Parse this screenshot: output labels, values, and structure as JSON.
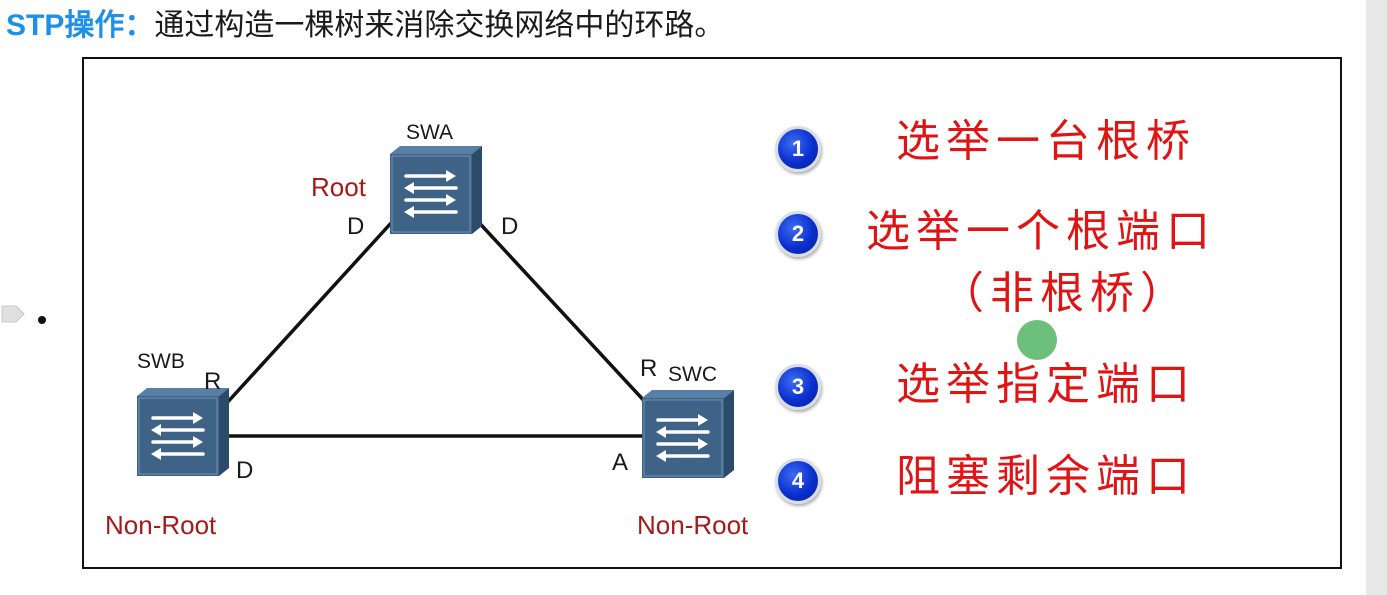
{
  "header": {
    "prefix": "STP操作",
    "separator": "：",
    "description": "通过构造一棵树来消除交换网络中的环路。"
  },
  "diagram": {
    "switches": {
      "swa": {
        "name": "SWA",
        "role": "Root",
        "port_left": "D",
        "port_right": "D"
      },
      "swb": {
        "name": "SWB",
        "role": "Non-Root",
        "port_top": "R",
        "port_right": "D"
      },
      "swc": {
        "name": "SWC",
        "role": "Non-Root",
        "port_top": "R",
        "port_left": "A"
      }
    },
    "icon": "switch-icon"
  },
  "steps": [
    {
      "num": "1",
      "text": "选举一台根桥"
    },
    {
      "num": "2",
      "text": "选举一个根端口",
      "note": "（非根桥）"
    },
    {
      "num": "3",
      "text": "选举指定端口"
    },
    {
      "num": "4",
      "text": "阻塞剩余端口"
    }
  ],
  "colors": {
    "header_prefix": "#1e90e6",
    "role_label": "#a31b1b",
    "step_text": "#e01414",
    "step_badge": "#0a2fcf",
    "switch_body": "#3e6386",
    "pointer": "#3caa50"
  }
}
